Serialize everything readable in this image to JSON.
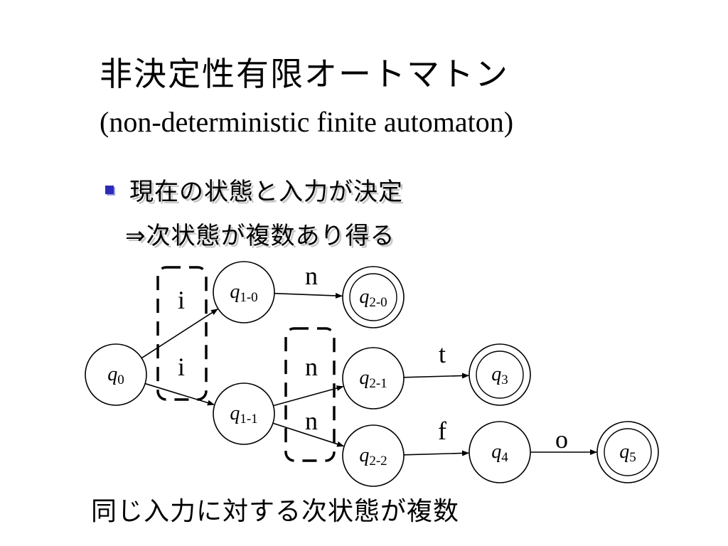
{
  "title": "非決定性有限オートマトン",
  "subtitle": "(non-deterministic finite automaton)",
  "bullet": {
    "line1": "現在の状態と入力が決定",
    "line2": "⇒次状態が複数あり得る"
  },
  "diagram": {
    "states": [
      {
        "id": "q0",
        "base": "q",
        "sub": "0",
        "accepting": false
      },
      {
        "id": "q1-0",
        "base": "q",
        "sub": "1-0",
        "accepting": false
      },
      {
        "id": "q1-1",
        "base": "q",
        "sub": "1-1",
        "accepting": false
      },
      {
        "id": "q2-0",
        "base": "q",
        "sub": "2-0",
        "accepting": true
      },
      {
        "id": "q2-1",
        "base": "q",
        "sub": "2-1",
        "accepting": false
      },
      {
        "id": "q2-2",
        "base": "q",
        "sub": "2-2",
        "accepting": false
      },
      {
        "id": "q3",
        "base": "q",
        "sub": "3",
        "accepting": true
      },
      {
        "id": "q4",
        "base": "q",
        "sub": "4",
        "accepting": false
      },
      {
        "id": "q5",
        "base": "q",
        "sub": "5",
        "accepting": true
      }
    ],
    "transitions": [
      {
        "from": "q0",
        "to": "q1-0",
        "label": "i"
      },
      {
        "from": "q0",
        "to": "q1-1",
        "label": "i"
      },
      {
        "from": "q1-0",
        "to": "q2-0",
        "label": "n"
      },
      {
        "from": "q1-1",
        "to": "q2-1",
        "label": "n"
      },
      {
        "from": "q1-1",
        "to": "q2-2",
        "label": "n"
      },
      {
        "from": "q2-1",
        "to": "q3",
        "label": "t"
      },
      {
        "from": "q2-2",
        "to": "q4",
        "label": "f"
      },
      {
        "from": "q4",
        "to": "q5",
        "label": "o"
      }
    ]
  },
  "footer": "同じ入力に対する次状態が複数"
}
